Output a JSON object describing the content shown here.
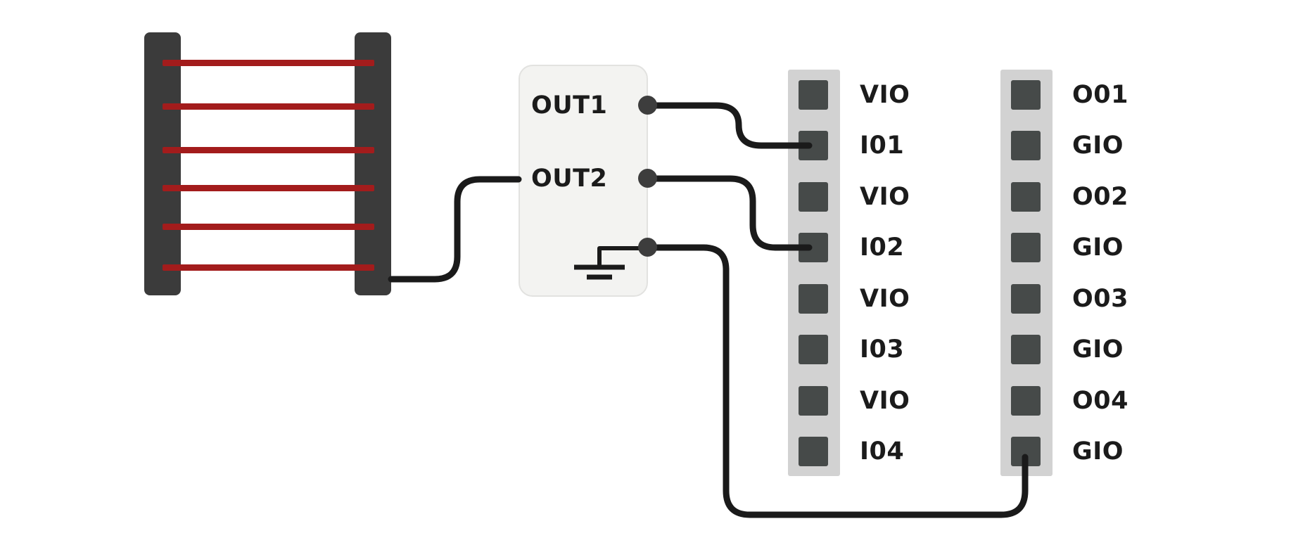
{
  "controller": {
    "out1_label": "OUT1",
    "out2_label": "OUT2"
  },
  "input_terminal": {
    "labels": [
      "VIO",
      "I01",
      "VIO",
      "I02",
      "VIO",
      "I03",
      "VIO",
      "I04"
    ]
  },
  "output_terminal": {
    "labels": [
      "O01",
      "GIO",
      "O02",
      "GIO",
      "O03",
      "GIO",
      "O04",
      "GIO"
    ]
  },
  "sensor": {
    "beam_count": 6
  },
  "connections": [
    {
      "from": "sensor",
      "to": "controller"
    },
    {
      "from": "OUT1",
      "to": "I01"
    },
    {
      "from": "OUT2",
      "to": "I02"
    },
    {
      "from": "GND",
      "to": "GIO-8"
    }
  ],
  "colors": {
    "wire": "#1a1a1a",
    "beam_red": "#a31c1c",
    "rail_dark": "#3b3b3b",
    "strip_gray": "#d2d2d2",
    "terminal_square": "#464a49",
    "controller_bg": "#f3f3f1",
    "text": "#1b1b1b"
  }
}
